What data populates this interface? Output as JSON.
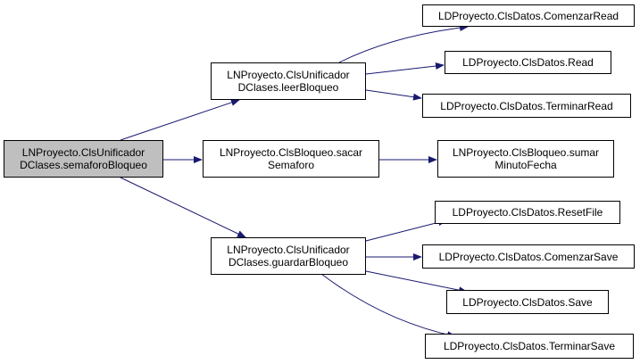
{
  "colors": {
    "edge": "#191970",
    "node_border": "#000000",
    "node_fill": "#ffffff",
    "root_fill": "#bfbfbf"
  },
  "nodes": {
    "root": {
      "line1": "LNProyecto.ClsUnificador",
      "line2": "DClases.semaforoBloqueo"
    },
    "leerBloqueo": {
      "line1": "LNProyecto.ClsUnificador",
      "line2": "DClases.leerBloqueo"
    },
    "sacarSemaforo": {
      "line1": "LNProyecto.ClsBloqueo.sacar",
      "line2": "Semaforo"
    },
    "guardarBloqueo": {
      "line1": "LNProyecto.ClsUnificador",
      "line2": "DClases.guardarBloqueo"
    },
    "comenzarRead": {
      "line1": "LDProyecto.ClsDatos.ComenzarRead"
    },
    "read": {
      "line1": "LDProyecto.ClsDatos.Read"
    },
    "terminarRead": {
      "line1": "LDProyecto.ClsDatos.TerminarRead"
    },
    "sumarMinuto": {
      "line1": "LNProyecto.ClsBloqueo.sumar",
      "line2": "MinutoFecha"
    },
    "resetFile": {
      "line1": "LDProyecto.ClsDatos.ResetFile"
    },
    "comenzarSave": {
      "line1": "LDProyecto.ClsDatos.ComenzarSave"
    },
    "save": {
      "line1": "LDProyecto.ClsDatos.Save"
    },
    "terminarSave": {
      "line1": "LDProyecto.ClsDatos.TerminarSave"
    }
  }
}
